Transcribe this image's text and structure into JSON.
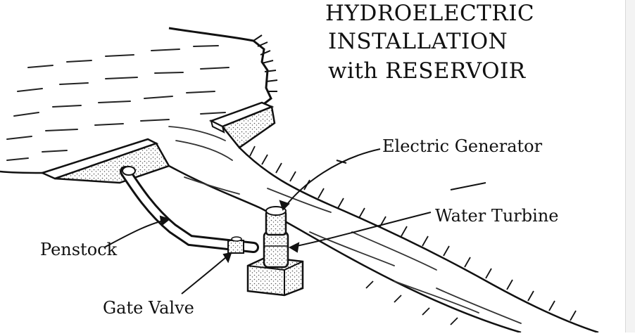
{
  "title": {
    "line1": "HYDROELECTRIC",
    "line2": "INSTALLATION",
    "line3": "with RESERVOIR"
  },
  "labels": {
    "electric_generator": "Electric Generator",
    "water_turbine": "Water Turbine",
    "penstock": "Penstock",
    "gate_valve": "Gate Valve"
  },
  "colors": {
    "ink": "#111111",
    "stipple": "#8a8a8a",
    "background": "#ffffff"
  }
}
